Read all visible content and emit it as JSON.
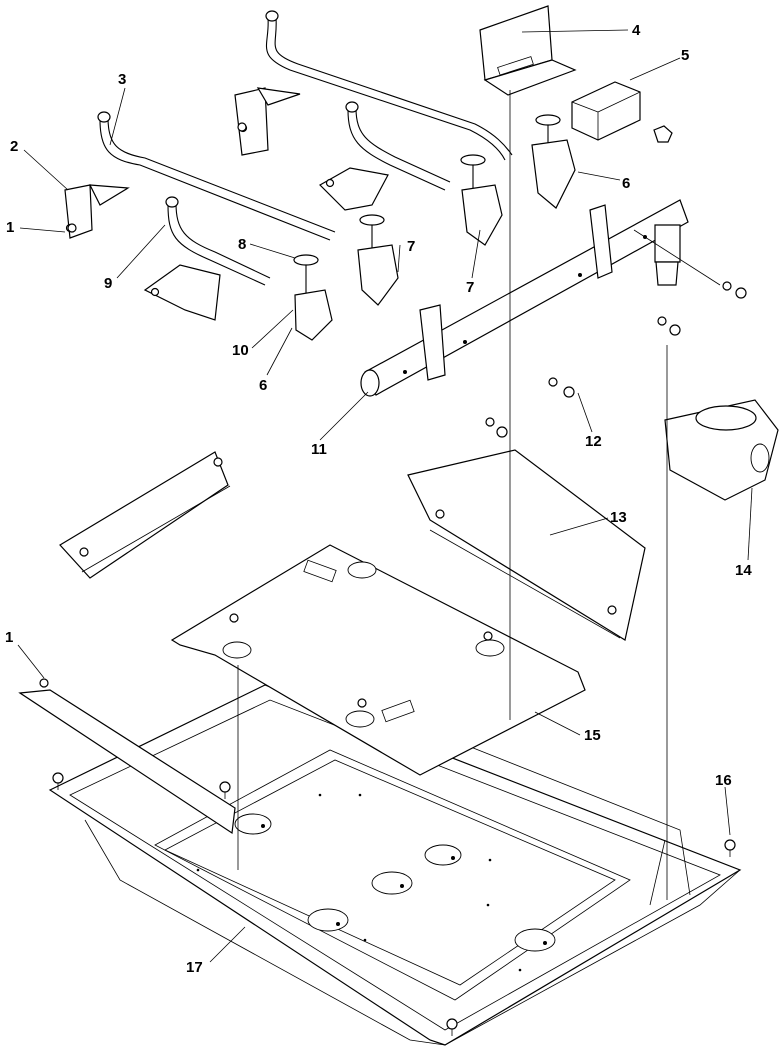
{
  "callouts": [
    {
      "id": "c1a",
      "text": "1"
    },
    {
      "id": "c2",
      "text": "2"
    },
    {
      "id": "c3",
      "text": "3"
    },
    {
      "id": "c4",
      "text": "4"
    },
    {
      "id": "c5",
      "text": "5"
    },
    {
      "id": "c6a",
      "text": "6"
    },
    {
      "id": "c7a",
      "text": "7"
    },
    {
      "id": "c7b",
      "text": "7"
    },
    {
      "id": "c8",
      "text": "8"
    },
    {
      "id": "c9",
      "text": "9"
    },
    {
      "id": "c10",
      "text": "10"
    },
    {
      "id": "c6b",
      "text": "6"
    },
    {
      "id": "c11",
      "text": "11"
    },
    {
      "id": "c12",
      "text": "12"
    },
    {
      "id": "c13",
      "text": "13"
    },
    {
      "id": "c14",
      "text": "14"
    },
    {
      "id": "c1b",
      "text": "1"
    },
    {
      "id": "c15",
      "text": "15"
    },
    {
      "id": "c16",
      "text": "16"
    },
    {
      "id": "c17",
      "text": "17"
    }
  ]
}
